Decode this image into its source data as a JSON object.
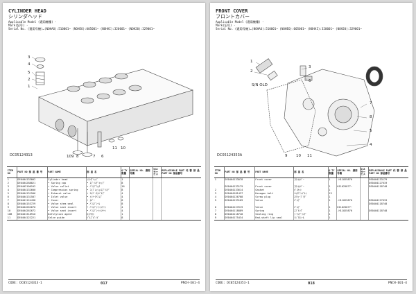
{
  "left": {
    "title": "CYLINDER HEAD",
    "title_jp": "シリンダヘッド",
    "applicable": "Applicable Model (適用機種) -",
    "mark": "Mark(記号) -",
    "serial": "Serial No. (適用号機)…(NOHAO):510001~ (NOHEO):005001~ (NOHAI):320001~ (NOH20):329001~",
    "fig_id": "DC05124313",
    "callouts": [
      "3",
      "4",
      "5",
      "2",
      "1",
      "10",
      "9",
      "8",
      "7",
      "6",
      "11",
      "10"
    ],
    "headers": [
      "ITEM NO",
      "PART NO 部 品 番 号",
      "PART NAME",
      "部 品 名",
      "Q'TY 数量",
      "SERIAL NO. 適用号機",
      "SCA サービス",
      "REPLACEABLE PART 代 替 部 品 PART NO 部品番号"
    ],
    "rows": [
      [
        "1",
        "DE0404133002",
        "Cylinder head",
        "ｼﾘﾝﾀﾞﾍｯﾄﾞ",
        "1",
        "",
        "",
        ""
      ],
      [
        "2",
        "DE0404288021",
        "• Spring cap",
        "• ｽﾌﾟﾘﾝｸﾞｷｬｯﾌﾟ",
        "8",
        "",
        "",
        ""
      ],
      [
        "3",
        "DE0402106102",
        "• Valve collet",
        "• ﾊﾞﾙﾌﾞｺｯﾀ",
        "16",
        "",
        "",
        ""
      ],
      [
        "4",
        "DE0404132600",
        "• Compression spring",
        "• ｺﾝﾌﾟﾚｯｼｮﾝｽﾌﾟﾘﾝｸﾞ",
        "8",
        "",
        "",
        ""
      ],
      [
        "5",
        "DE0404131506",
        "• Exhaust valve",
        "• ｴｷｿﾞｰｽﾄﾊﾞﾙﾌﾞ",
        "4",
        "",
        "",
        ""
      ],
      [
        "6",
        "DE0404131507",
        "• Inlet valve",
        "• ｲﾝﾃｰｸﾊﾞﾙﾌﾞ",
        "4",
        "",
        "",
        ""
      ],
      [
        "7",
        "DE0401124438",
        "• Cover",
        "• ｶﾊﾞｰ",
        "8",
        "",
        "",
        ""
      ],
      [
        "8",
        "DE0404153729",
        "• Valve stem seal",
        "• ﾊﾞﾙﾌﾞｼｰﾙ",
        "8",
        "",
        "",
        ""
      ],
      [
        "9",
        "DE0404262670",
        "• Valve seat insert",
        "• ﾊﾞﾙﾌﾞｼｰﾄｲﾝｻｰﾄ",
        "4",
        "",
        "",
        ""
      ],
      [
        "10",
        "DE0404262672",
        "• Valve seat insert",
        "• ﾊﾞﾙﾌﾞｼｰﾄｲﾝｻｰﾄ",
        "4",
        "",
        "",
        ""
      ],
      [
        "10B",
        "DE0401318910",
        "Dafstylock agent",
        "ﾛｯｸﾀｲﾄ",
        "1",
        "",
        "",
        ""
      ],
      [
        "11",
        "DE0404122221",
        "Valve guide",
        "ﾊﾞﾙﾌﾞｶﾞｲﾄﾞ",
        "8",
        "",
        "",
        ""
      ]
    ],
    "foot_left": "CODE: DC05124313-1",
    "foot_page": "017",
    "foot_right": "PNCH-E01-4"
  },
  "right": {
    "title": "FRONT COVER",
    "title_jp": "フロントカバー",
    "applicable": "Applicable Model (適用機種) -",
    "mark": "Mark(記号) -",
    "serial": "Serial No. (適用号機)…(NOHAO):510001~ (NOHEO):005001~ (NOHAI):320001~ (NOH20):329001~",
    "fig_id": "DC05124353A",
    "sn_label": "S/N OLD",
    "callouts": [
      "1",
      "2",
      "3",
      "6",
      "7",
      "8",
      "5",
      "4",
      "9",
      "10",
      "11"
    ],
    "headers": [
      "ITEM NO",
      "PART NO 部 品 番 号",
      "PART NAME",
      "部 品 名",
      "Q'TY 数量",
      "SERIAL NO. 適用号機",
      "SCA サービス",
      "REPLACEABLE PART 代 替 部 品 PART NO 部品番号"
    ],
    "rows": [
      [
        "1",
        "DE0404133078",
        "Front cover",
        "ﾌﾛﾝﾄｶﾊﾞｰ",
        "1",
        "-H11025876",
        "",
        "DE0404133179"
      ],
      [
        "",
        "",
        "",
        "",
        "",
        "",
        "",
        "DE0404127619"
      ],
      [
        "",
        "DE0404133179",
        "Front cover",
        "ﾌﾛﾝﾄｶﾊﾞｰ",
        "1",
        "H11025877~",
        "",
        "DE0404118748"
      ],
      [
        "2",
        "DE0404133614",
        "Gasket",
        "ｶﾞｽｹｯﾄ",
        "1",
        "",
        "",
        ""
      ],
      [
        "3",
        "DE0404181437",
        "Hexagon bolt",
        "ﾍｷｻｺﾞﾝﾎﾞﾙﾄ",
        "13",
        "",
        "",
        ""
      ],
      [
        "4",
        "DE0404126708",
        "Screw plug",
        "ｽｸﾘｭｰﾌﾟﾗｸﾞ",
        "1",
        "",
        "",
        ""
      ],
      [
        "5",
        "DE0404133109",
        "Valve",
        "ﾊﾞﾙﾌﾞ",
        "1",
        "-H11025876",
        "",
        "DE0404127619"
      ],
      [
        "",
        "",
        "",
        "",
        "",
        "",
        "",
        "DE0404118748"
      ],
      [
        "6",
        "DE0404127619",
        "Valve",
        "ﾊﾞﾙﾌﾞ",
        "1",
        "H11025877~",
        "",
        ""
      ],
      [
        "7",
        "DE0404118889",
        "Spring",
        "ｽﾌﾟﾘﾝｸﾞ",
        "1",
        "-H11025876",
        "",
        "DE0404118748"
      ],
      [
        "8",
        "DE0404118748",
        "Sealing ring",
        "ｼｰﾘﾝｸﾞﾘﾝｸﾞ",
        "1",
        "",
        "",
        ""
      ],
      [
        "9",
        "DE0404175434",
        "Rad.shaft lip seal",
        "ﾗｼﾞｱﾙｼｰﾙ",
        "1",
        "",
        "",
        ""
      ]
    ],
    "foot_left": "CODE: DC05124353-1",
    "foot_page": "018",
    "foot_right": "PNCH-E01-4"
  }
}
